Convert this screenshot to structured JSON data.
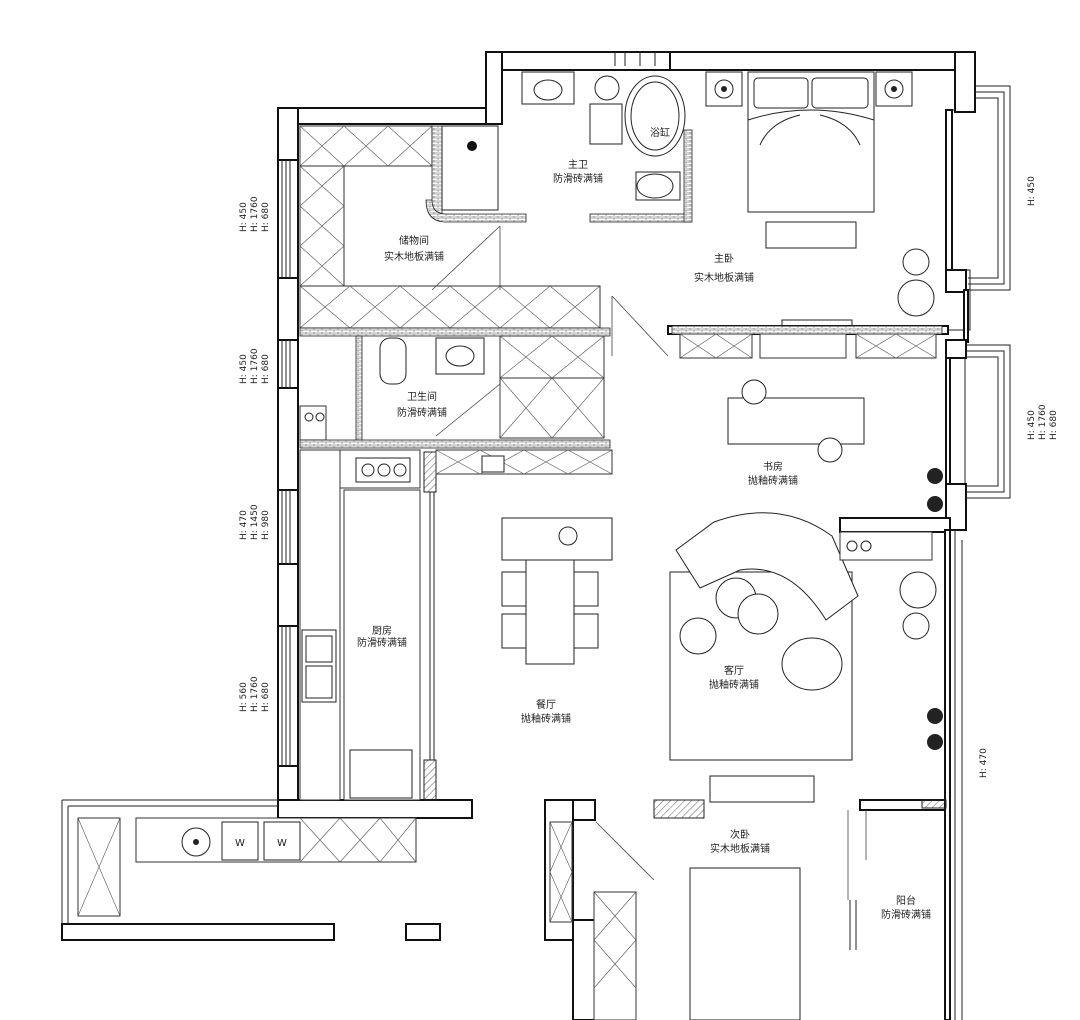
{
  "rooms": {
    "storage": {
      "name": "储物间",
      "floor": "实木地板满铺"
    },
    "master_bath": {
      "name": "主卫",
      "floor": "防滑砖满铺",
      "tub_label": "浴缸"
    },
    "master_bed": {
      "name": "主卧",
      "floor": "实木地板满铺"
    },
    "bathroom": {
      "name": "卫生间",
      "floor": "防滑砖满铺"
    },
    "study": {
      "name": "书房",
      "floor": "抛釉砖满铺"
    },
    "kitchen": {
      "name": "厨房",
      "floor": "防滑砖满铺"
    },
    "dining": {
      "name": "餐厅",
      "floor": "抛釉砖满铺"
    },
    "living": {
      "name": "客厅",
      "floor": "抛釉砖满铺"
    },
    "second_bed": {
      "name": "次卧",
      "floor": "实木地板满铺"
    },
    "balcony": {
      "name": "阳台",
      "floor": "防滑砖满铺"
    }
  },
  "window_dims": {
    "left_1": [
      "H: 450",
      "H: 1760",
      "H: 680"
    ],
    "left_2": [
      "H: 450",
      "H: 1760",
      "H: 680"
    ],
    "left_3": [
      "H: 470",
      "H: 1450",
      "H: 980"
    ],
    "left_4": [
      "H: 560",
      "H: 1760",
      "H: 680"
    ],
    "right_1": [
      "H: 450"
    ],
    "right_2": [
      "H: 450",
      "H: 1760",
      "H: 680"
    ],
    "right_3": [
      "H: 470"
    ]
  },
  "washer_labels": [
    "W",
    "W"
  ],
  "colors": {
    "line": "#111111",
    "background": "#ffffff"
  }
}
